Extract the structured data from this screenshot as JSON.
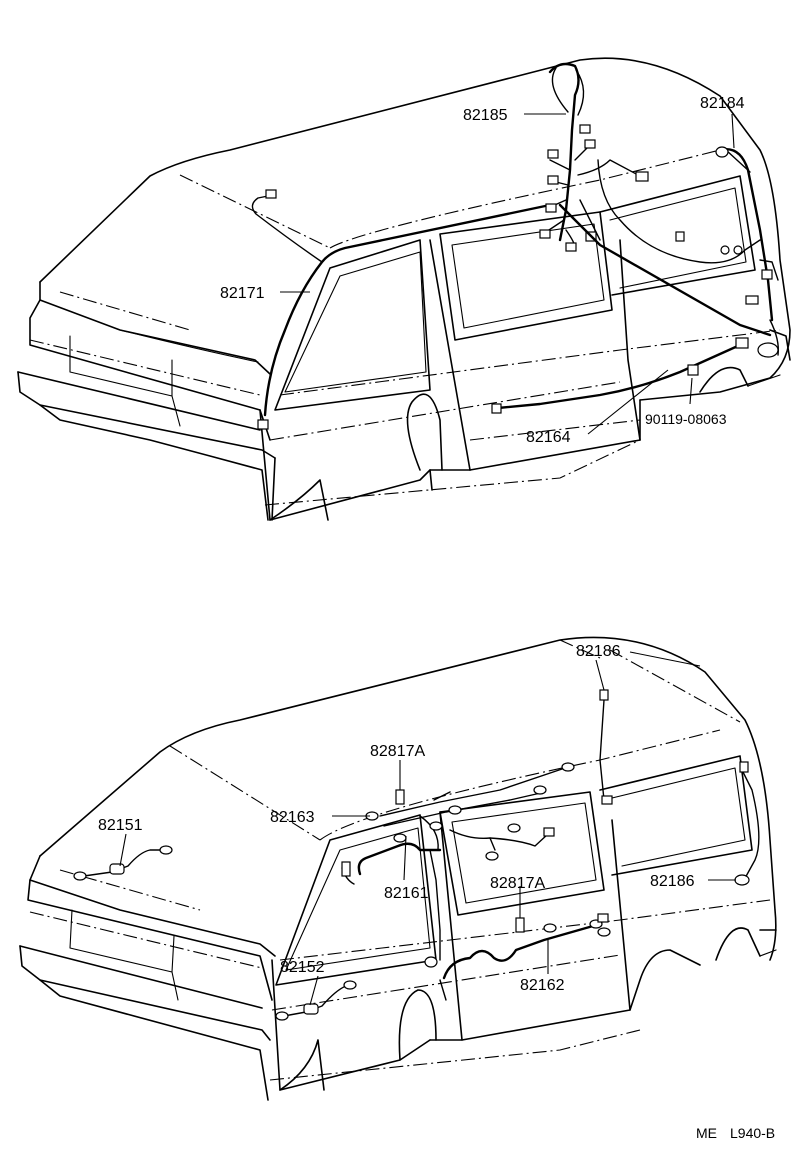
{
  "top_view": {
    "labels": {
      "p82185": "82185",
      "p82184": "82184",
      "p82171": "82171",
      "p82164": "82164",
      "p90119": "90119-08063"
    }
  },
  "bottom_view": {
    "labels": {
      "p82186a": "82186",
      "p82817a_upper": "82817A",
      "p82163": "82163",
      "p82151": "82151",
      "p82161": "82161",
      "p82817a_lower": "82817A",
      "p82186b": "82186",
      "p82152": "82152",
      "p82162": "82162"
    }
  },
  "footer": {
    "code_left": "ME",
    "code_right": "L940-B"
  }
}
